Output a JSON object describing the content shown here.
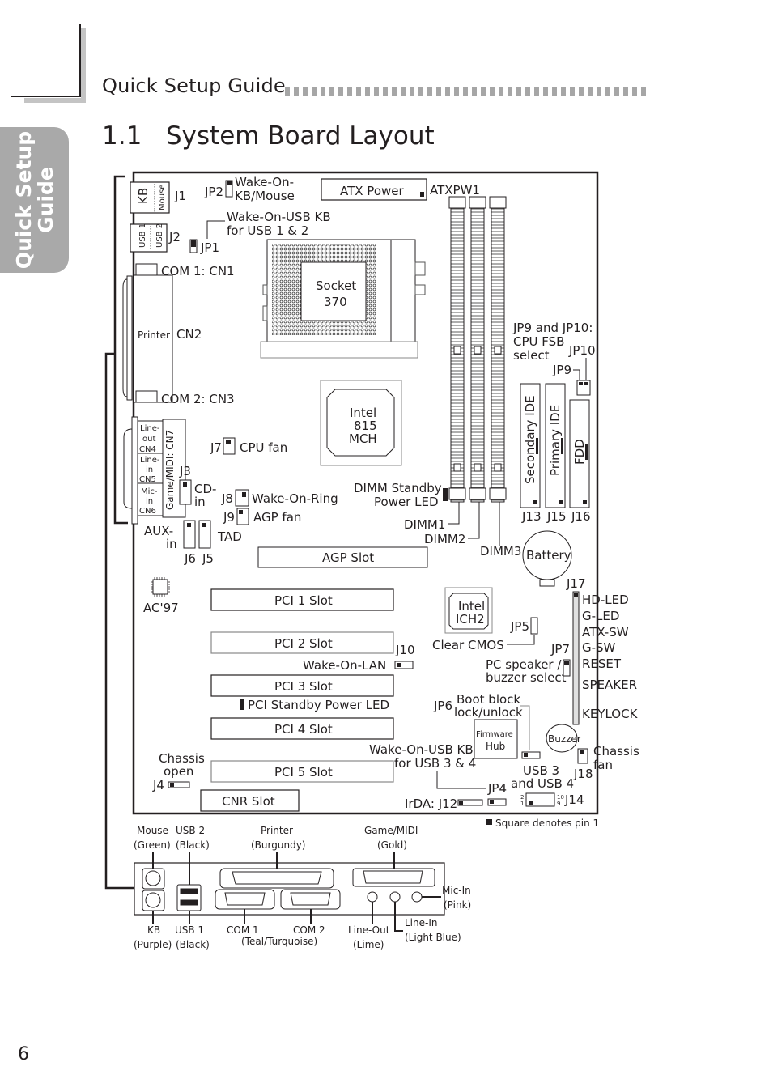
{
  "header": {
    "section_title": "Quick Setup Guide",
    "side_tab": [
      "Quick Setup",
      "Guide"
    ]
  },
  "page": {
    "title": "1.1   System Board Layout",
    "number": "6"
  },
  "board": {
    "left_connectors": {
      "kb": "KB",
      "mouse": "Mouse",
      "j1": "J1",
      "usb1": "USB 1",
      "usb2": "USB 2",
      "j2": "J2",
      "com1": "COM 1: CN1",
      "printer": "Printer",
      "cn2": "CN2",
      "com2": "COM 2: CN3",
      "lineout": [
        "Line-",
        "out",
        "CN4"
      ],
      "linein": [
        "Line-",
        "in",
        "CN5"
      ],
      "micin": [
        "Mic-",
        "in",
        "CN6"
      ],
      "game_midi": "Game/MIDI: CN7"
    },
    "jumpers": {
      "jp2": "JP2",
      "jp2_desc": [
        "Wake-On-",
        "KB/Mouse"
      ],
      "jp1": "JP1",
      "jp1_desc": [
        "Wake-On-USB KB",
        "for USB 1 & 2"
      ],
      "j3": "J3",
      "j3_desc": [
        "CD-",
        "in"
      ],
      "j7": "J7",
      "j7_desc": "CPU fan",
      "j8": "J8",
      "j8_desc": "Wake-On-Ring",
      "j9": "J9",
      "j9_desc": "AGP fan",
      "j6": "J6",
      "j5": "J5",
      "aux": [
        "AUX-",
        "in"
      ],
      "tad": "TAD",
      "jp9_jp10_desc": [
        "JP9 and JP10:",
        "CPU FSB",
        "select"
      ],
      "jp10": "JP10",
      "jp9": "JP9",
      "j10": "J10",
      "wol": "Wake-On-LAN",
      "jp5": "JP5",
      "clear_cmos": "Clear CMOS",
      "jp7": "JP7",
      "jp7_desc": [
        "PC speaker /",
        "buzzer select"
      ],
      "jp6": "JP6",
      "jp6_desc": [
        "Boot block",
        "lock/unlock"
      ],
      "jp4": "JP4",
      "jp4_desc": [
        "Wake-On-USB KB",
        "for USB 3 & 4"
      ],
      "j4": "J4",
      "chassis_open": [
        "Chassis",
        "open"
      ],
      "irda": "IrDA: J12",
      "usb34": [
        "USB 3",
        "and USB 4"
      ],
      "j14": "J14",
      "j14_pins": [
        "2",
        "1",
        "10",
        "9"
      ],
      "j18": "J18",
      "chassis_fan": [
        "Chassis",
        "fan"
      ],
      "j17": "J17",
      "front_panel": [
        "HD-LED",
        "G-LED",
        "ATX-SW",
        "G-SW",
        "RESET",
        "SPEAKER",
        "KEYLOCK"
      ]
    },
    "components": {
      "atx_power": "ATX Power",
      "atxpw1": "ATXPW1",
      "socket": [
        "Socket",
        "370"
      ],
      "mch": [
        "Intel",
        "815",
        "MCH"
      ],
      "ich": [
        "Intel",
        "ICH2"
      ],
      "dimm_led": [
        "DIMM Standby",
        "Power LED"
      ],
      "dimm1": "DIMM1",
      "dimm2": "DIMM2",
      "dimm3": "DIMM3",
      "battery": "Battery",
      "secondary_ide": "Secondary IDE",
      "primary_ide": "Primary IDE",
      "fdd": "FDD",
      "j13": "J13",
      "j15": "J15",
      "j16": "J16",
      "agp": "AGP Slot",
      "ac97": "AC'97",
      "pci_slots": [
        "PCI 1 Slot",
        "PCI 2 Slot",
        "PCI 3 Slot",
        "PCI 4 Slot",
        "PCI 5 Slot"
      ],
      "pci_led": "PCI Standby Power LED",
      "cnr": "CNR Slot",
      "firmware": [
        "Firmware",
        "Hub"
      ],
      "buzzer": "Buzzer"
    },
    "legend": "Square denotes pin 1"
  },
  "io_panel": {
    "mouse": [
      "Mouse",
      "(Green)"
    ],
    "usb2": [
      "USB 2",
      "(Black)"
    ],
    "printer": [
      "Printer",
      "(Burgundy)"
    ],
    "game": [
      "Game/MIDI",
      "(Gold)"
    ],
    "mic": [
      "Mic-In",
      "(Pink)"
    ],
    "kb": [
      "KB",
      "(Purple)"
    ],
    "usb1": [
      "USB 1",
      "(Black)"
    ],
    "com1": "COM 1",
    "com2": "COM 2",
    "com_color": "(Teal/Turquoise)",
    "lineout": [
      "Line-Out",
      "(Lime)"
    ],
    "linein": [
      "Line-In",
      "(Light Blue)"
    ]
  }
}
